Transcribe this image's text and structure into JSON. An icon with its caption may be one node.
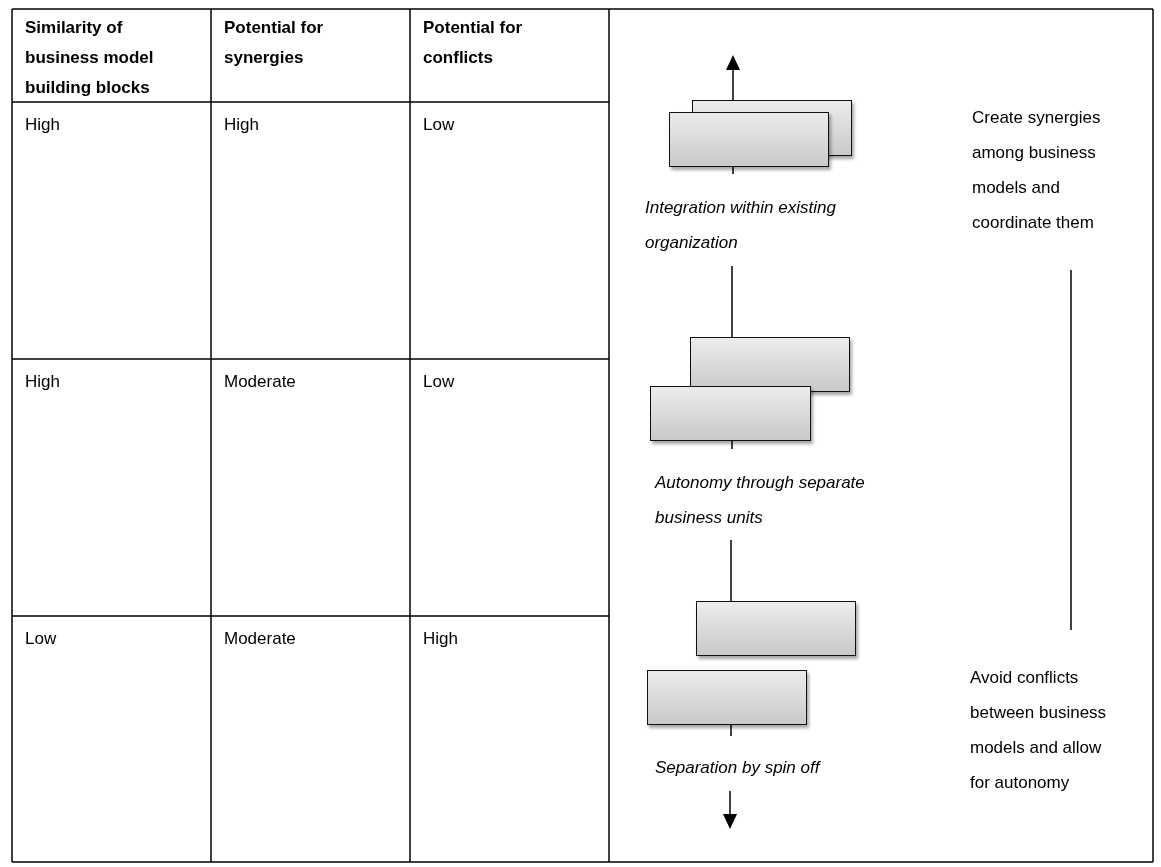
{
  "diagram": {
    "nodes": [
      {
        "text": [],
        "shape": "box",
        "beside": [
          "Integration within existing organization"
        ]
      },
      {
        "text": [],
        "shape": "box",
        "beside": [
          "Autonomy through separate business units"
        ]
      },
      {
        "text": [],
        "shape": "box",
        "beside": [
          "Separation by spin off"
        ]
      }
    ],
    "edges": [],
    "labels": [
      "Similarity of business model building blocks",
      "Potential for synergies",
      "Potential for conflicts",
      "High",
      "High",
      "Low",
      "High",
      "Moderate",
      "Low",
      "Low",
      "Moderate",
      "High",
      "Create synergies among business models and coordinate them",
      "Avoid conflicts between business models and allow for autonomy"
    ]
  }
}
